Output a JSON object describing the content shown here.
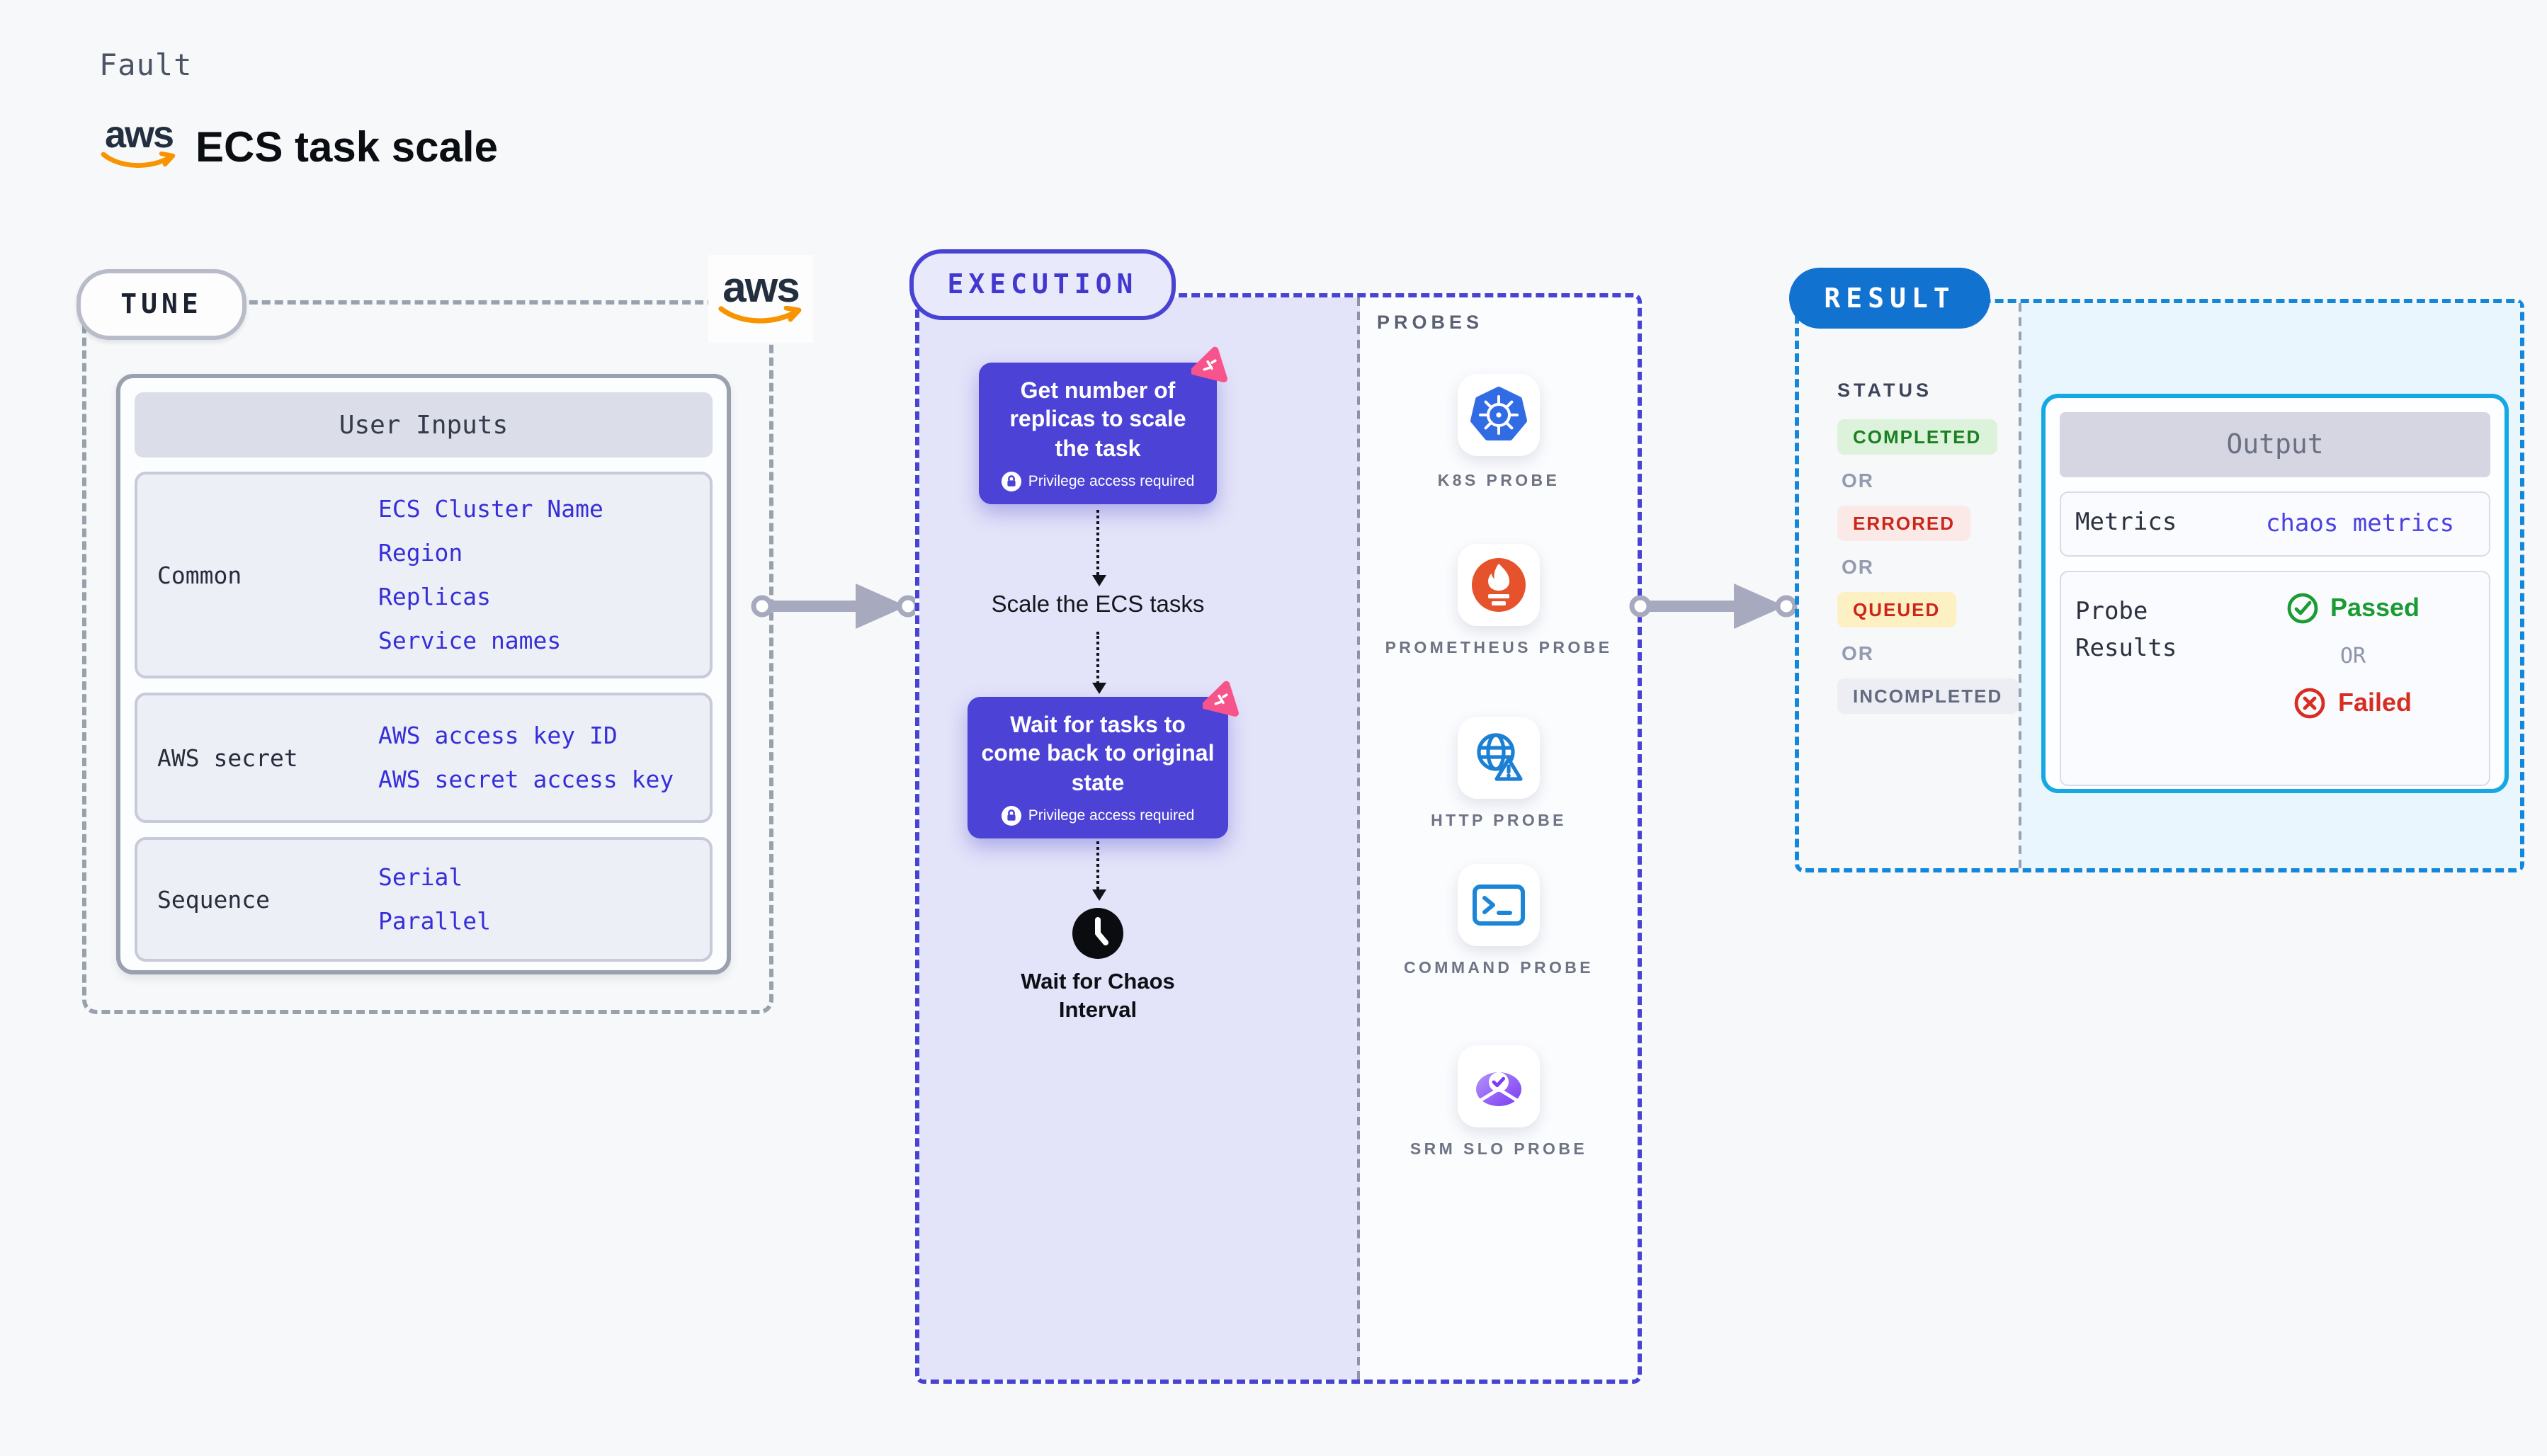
{
  "page": {
    "kind_label": "Fault",
    "title": "ECS task scale",
    "brand": "aws"
  },
  "tune": {
    "label": "TUNE",
    "table": {
      "header": "User Inputs",
      "rows": [
        {
          "label": "Common",
          "values": [
            "ECS Cluster Name",
            "Region",
            "Replicas",
            "Service names"
          ]
        },
        {
          "label": "AWS secret",
          "values": [
            "AWS access key ID",
            "AWS secret access key"
          ]
        },
        {
          "label": "Sequence",
          "values": [
            "Serial",
            "Parallel"
          ]
        }
      ]
    }
  },
  "execution": {
    "label": "EXECUTION",
    "steps": [
      {
        "title": "Get number of replicas to scale the task",
        "badge": "Privilege access required"
      },
      {
        "title": "Scale the ECS tasks"
      },
      {
        "title": "Wait for tasks to come back to original state",
        "badge": "Privilege access required"
      },
      {
        "title": "Wait for Chaos Interval"
      }
    ]
  },
  "probes": {
    "label": "PROBES",
    "items": [
      {
        "name": "K8S PROBE",
        "icon": "kubernetes-icon"
      },
      {
        "name": "PROMETHEUS PROBE",
        "icon": "prometheus-icon"
      },
      {
        "name": "HTTP PROBE",
        "icon": "http-globe-icon"
      },
      {
        "name": "COMMAND PROBE",
        "icon": "terminal-icon"
      },
      {
        "name": "SRM SLO PROBE",
        "icon": "slo-donut-icon"
      }
    ]
  },
  "result": {
    "label": "RESULT",
    "status": {
      "label": "STATUS",
      "or_label": "OR",
      "badges": [
        {
          "text": "COMPLETED",
          "bg": "#ddf2da",
          "color": "#1b8023"
        },
        {
          "text": "ERRORED",
          "bg": "#fbe9e7",
          "color": "#cc2519"
        },
        {
          "text": "QUEUED",
          "bg": "#fdf0c2",
          "color": "#cc2519"
        },
        {
          "text": "INCOMPLETED",
          "bg": "#eceef4",
          "color": "#646b80"
        }
      ]
    },
    "output": {
      "header": "Output",
      "metrics_label": "Metrics",
      "metrics_value": "chaos metrics",
      "probe_results_label": "Probe Results",
      "passed": "Passed",
      "or_label": "OR",
      "failed": "Failed"
    }
  },
  "colors": {
    "page_bg": "#f7f8fa",
    "step_purple": "#4c43d6",
    "execution_lavender": "#e3e3f9",
    "execution_border": "#4843d2",
    "tune_border": "#99a1ac",
    "result_border": "#1487db",
    "result_pill_bg": "#1172cf",
    "output_border": "#14a9e4",
    "output_area_bg": "#e9f6fd",
    "input_value_blue": "#362fd9",
    "chaos_pink": "#f8548c",
    "aws_orange": "#f79400",
    "aws_navy": "#232f3e",
    "passed_green": "#1b9b33",
    "failed_red": "#d62e20"
  }
}
